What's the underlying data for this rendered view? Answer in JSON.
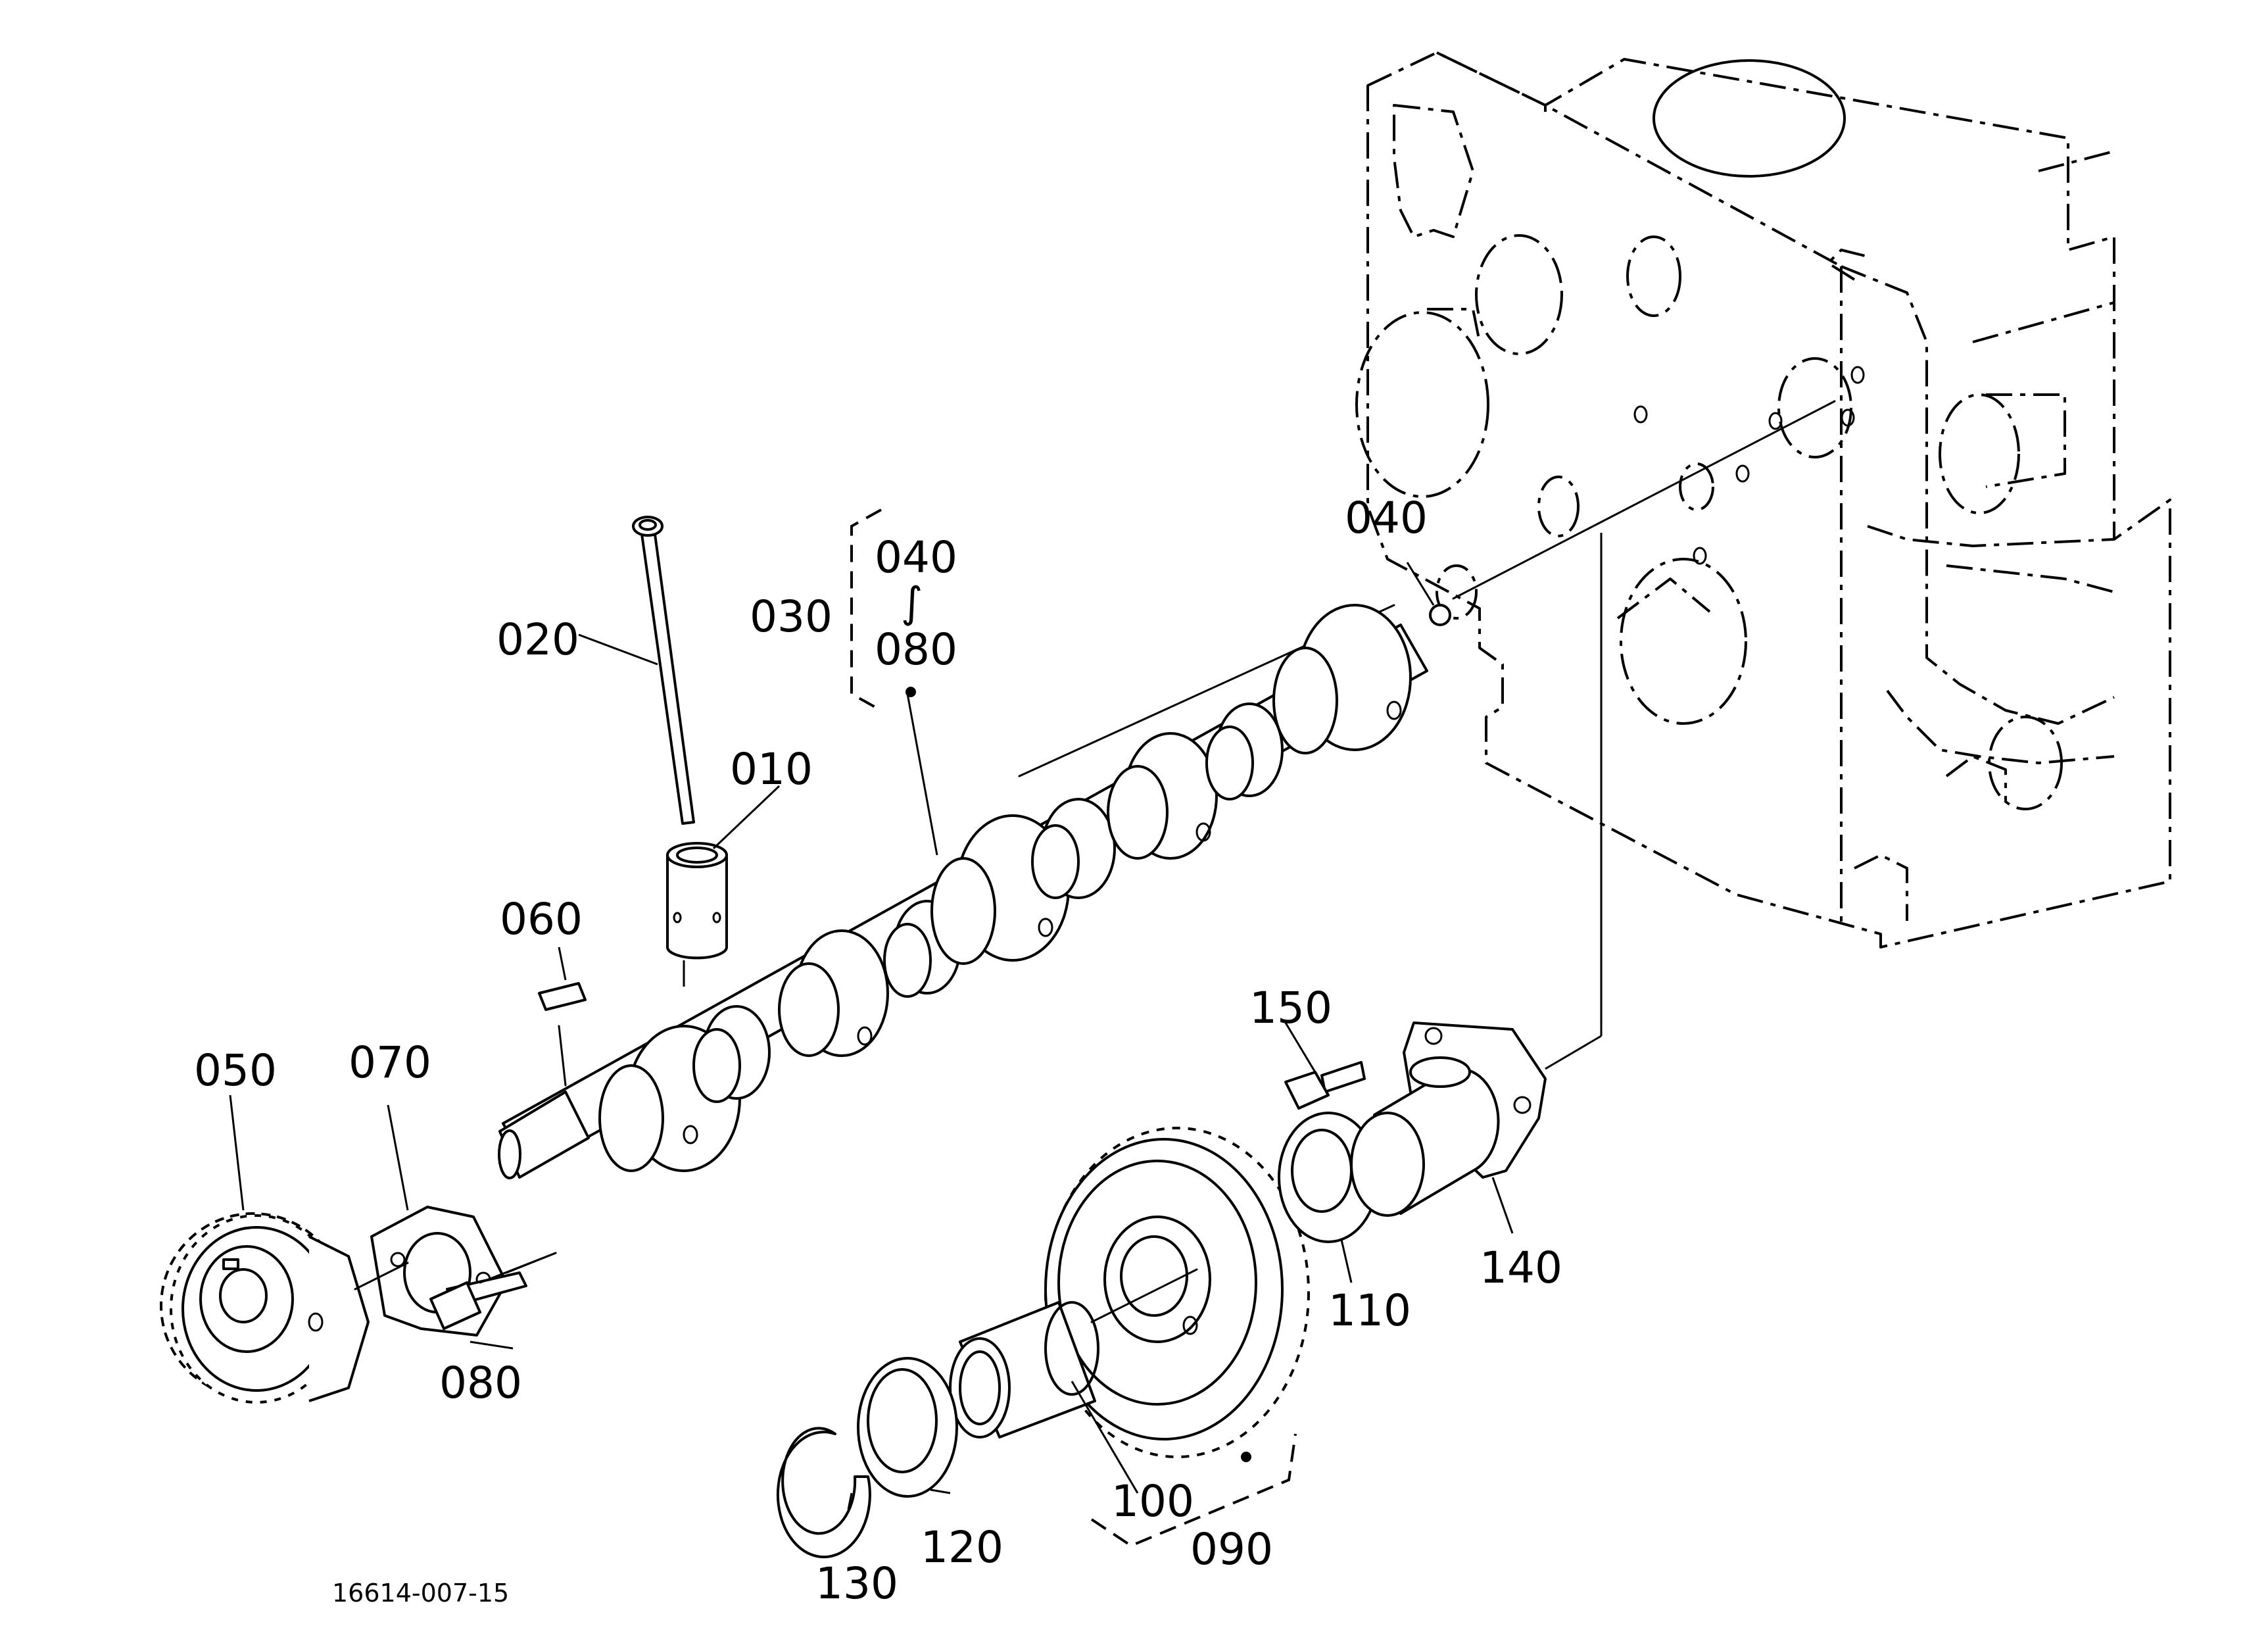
{
  "diagram": {
    "figure_id": "16614-007-15",
    "callouts": {
      "p010": "010",
      "p020": "020",
      "p030": "030",
      "p040_range": "040",
      "p080_range": "080",
      "p040": "040",
      "p050": "050",
      "p060": "060",
      "p070": "070",
      "p080": "080",
      "p090": "090",
      "p100": "100",
      "p110": "110",
      "p120": "120",
      "p130": "130",
      "p140": "140",
      "p150": "150"
    },
    "range_symbol": "∫"
  }
}
